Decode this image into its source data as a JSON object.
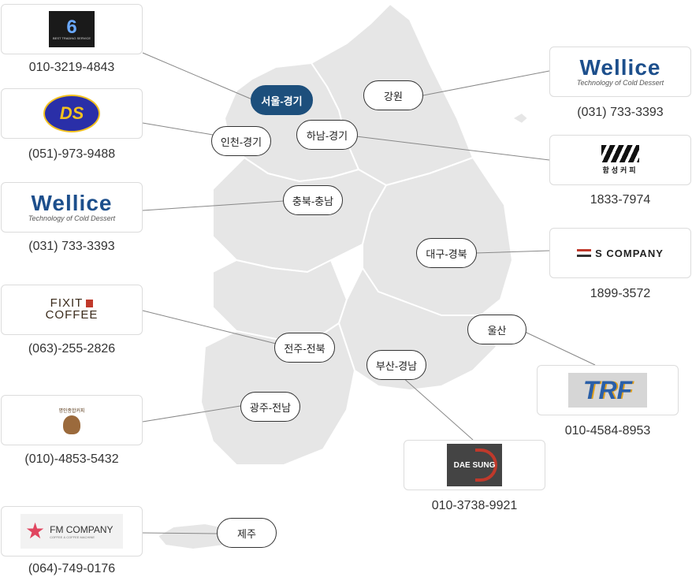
{
  "regions": [
    {
      "id": "seoul",
      "label": "서울-경기",
      "active": true
    },
    {
      "id": "incheon",
      "label": "인천-경기",
      "active": false
    },
    {
      "id": "hanam",
      "label": "하남-경기",
      "active": false
    },
    {
      "id": "gangwon",
      "label": "강원",
      "active": false
    },
    {
      "id": "chungbuk",
      "label": "충북-충남",
      "active": false
    },
    {
      "id": "daegu",
      "label": "대구-경북",
      "active": false
    },
    {
      "id": "ulsan",
      "label": "울산",
      "active": false
    },
    {
      "id": "jeonju",
      "label": "전주-전북",
      "active": false
    },
    {
      "id": "busan",
      "label": "부산-경남",
      "active": false
    },
    {
      "id": "gwangju",
      "label": "광주-전남",
      "active": false
    },
    {
      "id": "jeju",
      "label": "제주",
      "active": false
    }
  ],
  "dealers": [
    {
      "id": "best",
      "logo": "BEST TRADING SERVICE",
      "phone": "010-3219-4843"
    },
    {
      "id": "ds",
      "logo": "DS",
      "phone": "(051)-973-9488"
    },
    {
      "id": "wellice-left",
      "logo": "Wellice",
      "logo_sub": "Technology of Cold Dessert",
      "phone": "(031) 733-3393"
    },
    {
      "id": "fixit",
      "logo": "FIXIT",
      "logo_sub": "COFFEE",
      "phone": "(063)-255-2826"
    },
    {
      "id": "myeongin",
      "logo": "명인종합커피",
      "phone": "(010)-4853-5432"
    },
    {
      "id": "fm",
      "logo": "FM COMPANY",
      "logo_sub": "COFFEE & COFFEE MACHINE",
      "phone": "(064)-749-0176"
    },
    {
      "id": "wellice-right",
      "logo": "Wellice",
      "logo_sub": "Technology of Cold Dessert",
      "phone": "(031) 733-3393"
    },
    {
      "id": "hamsung",
      "logo": "함성커피",
      "phone": "1833-7974"
    },
    {
      "id": "scompany",
      "logo": "S COMPANY",
      "phone": "1899-3572"
    },
    {
      "id": "trf",
      "logo": "TRF",
      "phone": "010-4584-8953"
    },
    {
      "id": "daesung",
      "logo": "DAE SUNG",
      "phone": "010-3738-9921"
    }
  ],
  "colors": {
    "map_fill": "#e6e6e6",
    "map_border": "#ffffff",
    "active_pill": "#1d4f7c",
    "line": "#888888"
  }
}
